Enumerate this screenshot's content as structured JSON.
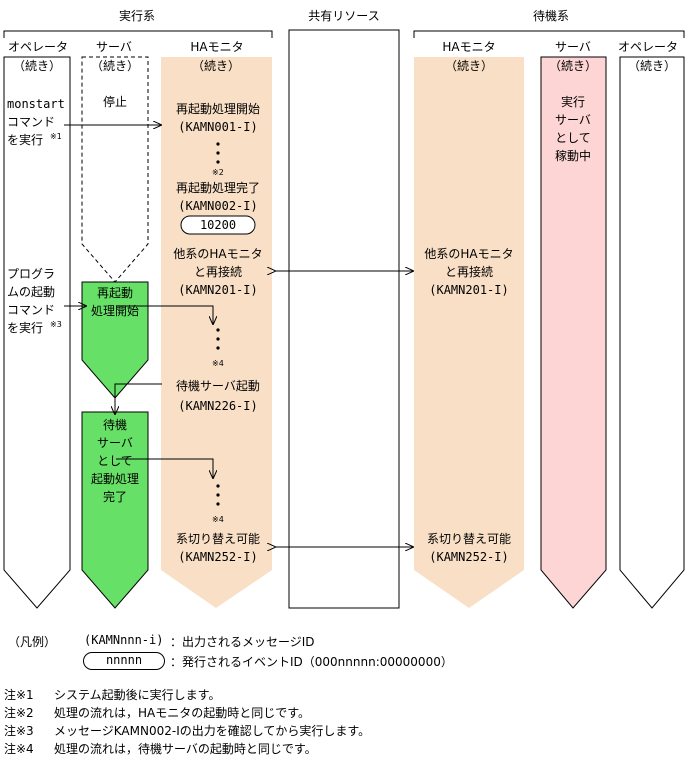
{
  "groups": {
    "active": "実行系",
    "shared": "共有リソース",
    "standby": "待機系"
  },
  "columns": {
    "operator": "オペレータ",
    "server": "サーバ",
    "ha_monitor": "HAモニタ"
  },
  "continued": "（続き）",
  "active_operator": {
    "step1": [
      "monstart",
      "コマンド",
      "を実行"
    ],
    "step1_note": "※1",
    "step2": [
      "プログラ",
      "ムの起動",
      "コマンド",
      "を実行"
    ],
    "step2_note": "※3"
  },
  "active_server": {
    "stopped": "停止",
    "restart_start": [
      "再起動",
      "処理開始"
    ],
    "standby_done": [
      "待機",
      "サーバ",
      "として",
      "起動処理",
      "完了"
    ]
  },
  "active_ha": {
    "restart_start": "再起動処理開始",
    "restart_start_id": "(KAMN001-I)",
    "note2": "※2",
    "restart_done": "再起動処理完了",
    "restart_done_id": "(KAMN002-I)",
    "event_id": "10200",
    "reconnect": [
      "他系のHAモニタ",
      "と再接続"
    ],
    "reconnect_id": "(KAMN201-I)",
    "note4a": "※4",
    "standby_start": "待機サーバ起動",
    "standby_start_id": "(KAMN226-I)",
    "note4b": "※4",
    "switch_ok": "系切り替え可能",
    "switch_ok_id": "(KAMN252-I)"
  },
  "standby_ha": {
    "reconnect": [
      "他系のHAモニタ",
      "と再接続"
    ],
    "reconnect_id": "(KAMN201-I)",
    "switch_ok": "系切り替え可能",
    "switch_ok_id": "(KAMN252-I)"
  },
  "standby_server": {
    "running": [
      "実行",
      "サーバ",
      "として",
      "稼動中"
    ]
  },
  "colors": {
    "ha_fill": "#f8dfc6",
    "server_active_fill": "#66e066",
    "standby_server_fill": "#fdd5d5",
    "line": "#000000"
  },
  "legend": {
    "title": "（凡例）",
    "message_sample": "(KAMNnnn-i)",
    "message_desc": "：出力されるメッセージID",
    "event_sample": "nnnnn",
    "event_desc": "：発行されるイベントID（000nnnnn:00000000）"
  },
  "notes": [
    {
      "mark": "注※1",
      "text": "システム起動後に実行します。"
    },
    {
      "mark": "注※2",
      "text": "処理の流れは，HAモニタの起動時と同じです。"
    },
    {
      "mark": "注※3",
      "text": "メッセージKAMN002-Iの出力を確認してから実行します。"
    },
    {
      "mark": "注※4",
      "text": "処理の流れは，待機サーバの起動時と同じです。"
    }
  ]
}
